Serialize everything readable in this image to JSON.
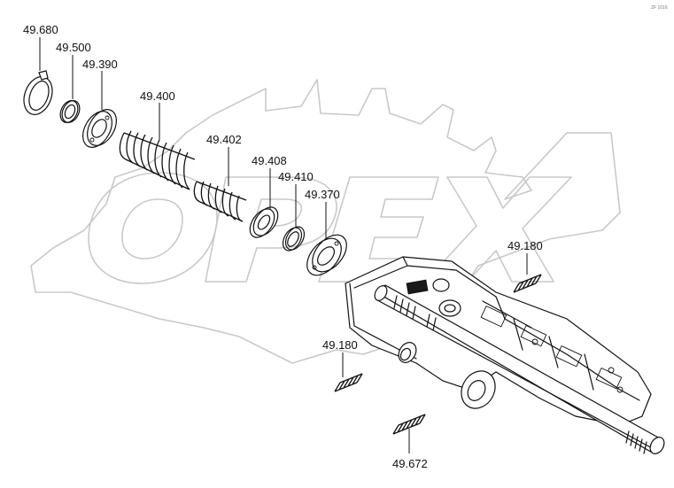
{
  "corner_mark": "ZF 1016",
  "watermark": {
    "text": "OPEX",
    "shape": "gear-outline"
  },
  "labels": {
    "l_49680": "49.680",
    "l_49500": "49.500",
    "l_49390": "49.390",
    "l_49400": "49.400",
    "l_49402": "49.402",
    "l_49408": "49.408",
    "l_49410": "49.410",
    "l_49370": "49.370",
    "l_49180_right": "49.180",
    "l_49180_left": "49.180",
    "l_49672": "49.672"
  }
}
